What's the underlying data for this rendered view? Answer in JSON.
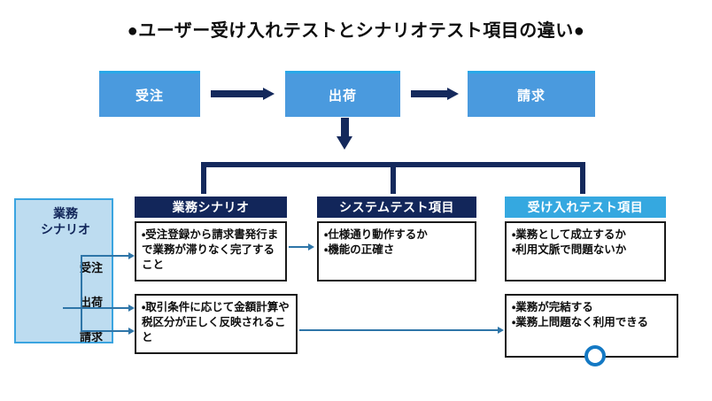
{
  "title": "●ユーザー受け入れテストとシナリオテスト項目の違い●",
  "flow": {
    "steps": [
      {
        "label": "受注"
      },
      {
        "label": "出荷"
      },
      {
        "label": "請求"
      }
    ]
  },
  "sidebar": {
    "title": "業務\nシナリオ",
    "title_line1": "業務",
    "title_line2": "シナリオ",
    "steps": [
      {
        "label": "受注"
      },
      {
        "label": "出荷"
      },
      {
        "label": "請求"
      }
    ]
  },
  "columns": [
    {
      "header": "業務シナリオ",
      "header_color": "#12265a",
      "body": "・受注登録から請求書発行まで業務が滞りなく完了すること"
    },
    {
      "header": "システムテスト項目",
      "header_color": "#12265a",
      "body_line1": "・仕様通り動作するか",
      "body_line2": "・機能の正確さ"
    },
    {
      "header": "受け入れテスト項目",
      "header_color": "#35a8e0",
      "body_line1": "・業務として成立するか",
      "body_line2": "・利用文脈で問題ないか"
    }
  ],
  "second_row": {
    "left_body": "・取引条件に応じて金額計算や税区分が正しく反映されること",
    "right_body_line1": "・業務が完結する",
    "right_body_line2": "・業務上問題なく利用できる"
  },
  "colors": {
    "navy": "#12265a",
    "light_blue": "#35a8e0",
    "flow_blue": "#4a9ade",
    "panel_blue": "#bddcf0",
    "connector_blue": "#2e75a8",
    "ring_blue": "#1479c4",
    "background": "#ffffff"
  }
}
